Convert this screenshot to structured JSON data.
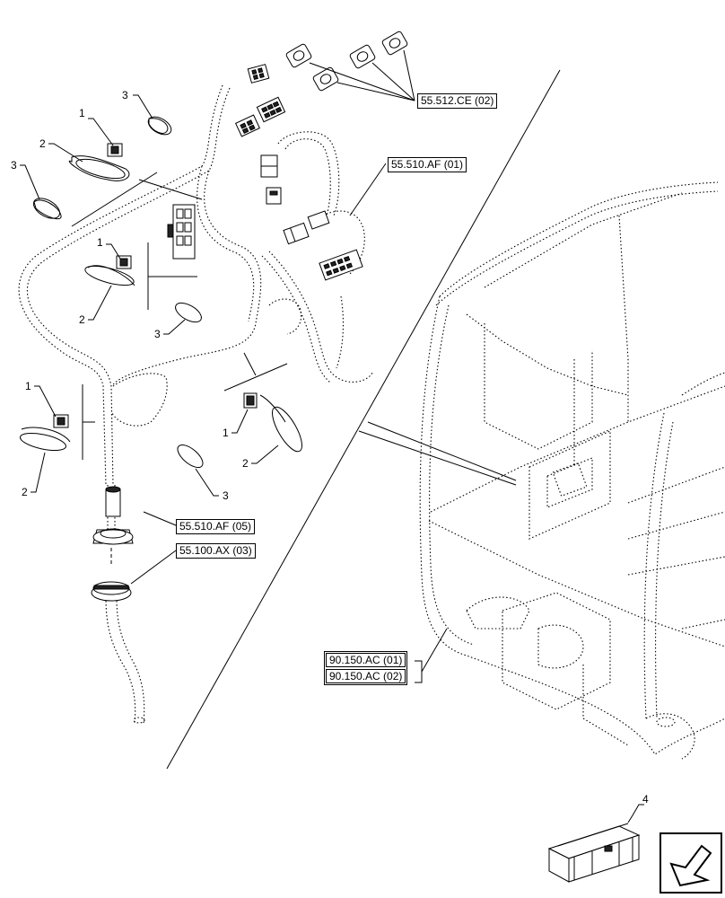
{
  "callouts": {
    "ce02": "55.512.CE (02)",
    "af01": "55.510.AF (01)",
    "af05": "55.510.AF (05)",
    "ax03": "55.100.AX (03)",
    "ac01": "90.150.AC (01)",
    "ac02": "90.150.AC (02)"
  },
  "item_numbers": {
    "clip": "1",
    "tie": "2",
    "clamp": "3",
    "kit": "4"
  },
  "icons": [
    "harness-diagram",
    "cab-frame",
    "packing-crate-icon",
    "view-direction-arrow-icon"
  ]
}
